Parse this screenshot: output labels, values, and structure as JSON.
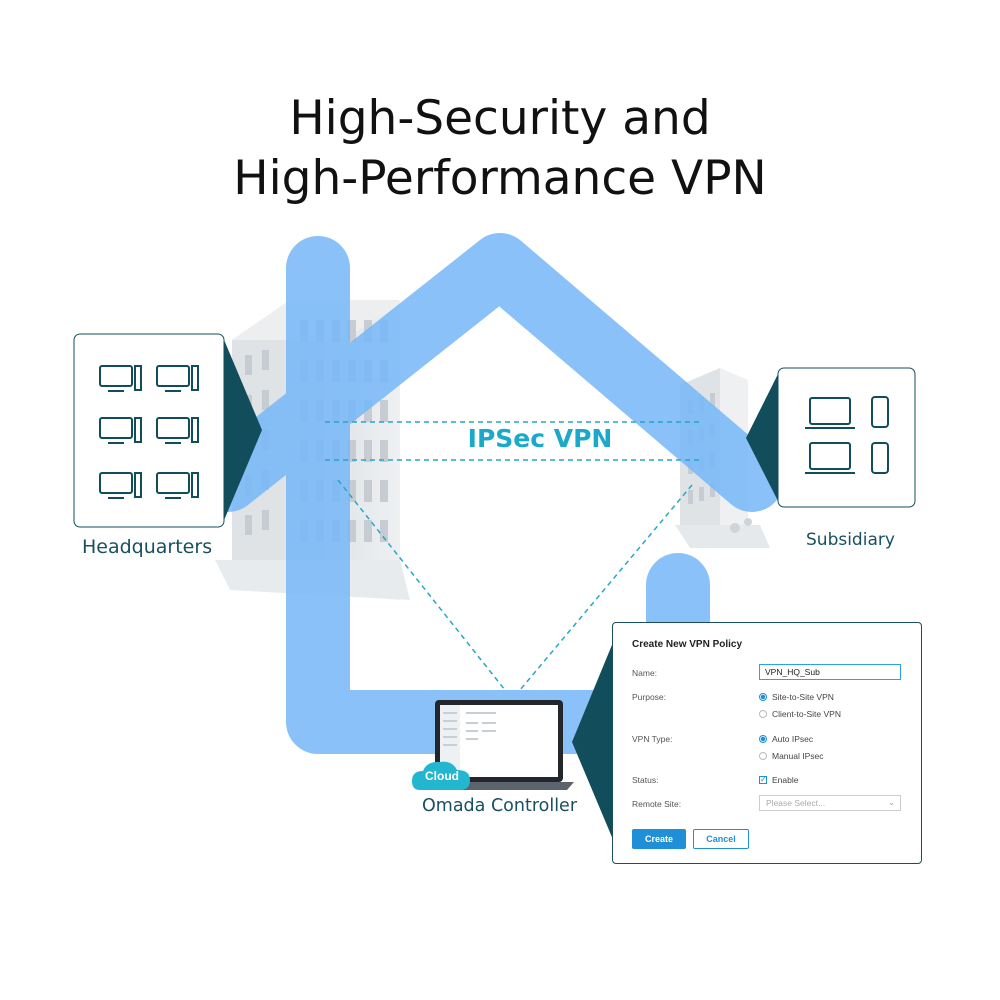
{
  "title": {
    "line1": "High-Security and",
    "line2": "High-Performance VPN"
  },
  "vpn_label": "IPSec VPN",
  "sites": {
    "headquarters": {
      "label": "Headquarters",
      "device_icon": "desktop-computer-icon",
      "device_count": 6
    },
    "subsidiary": {
      "label": "Subsidiary",
      "device_icons": [
        "laptop-icon",
        "smartphone-icon"
      ],
      "device_count": 4
    }
  },
  "controller": {
    "label": "Omada Controller",
    "cloud_label": "Cloud"
  },
  "form": {
    "title": "Create New VPN Policy",
    "name_label": "Name:",
    "name_value": "VPN_HQ_Sub",
    "purpose_label": "Purpose:",
    "purpose_options": [
      "Site-to-Site VPN",
      "Client-to-Site VPN"
    ],
    "purpose_selected": 0,
    "vpn_type_label": "VPN Type:",
    "vpn_type_options": [
      "Auto IPsec",
      "Manual IPsec"
    ],
    "vpn_type_selected": 0,
    "status_label": "Status:",
    "status_option": "Enable",
    "status_checked": true,
    "remote_site_label": "Remote Site:",
    "remote_site_placeholder": "Please Select...",
    "create_label": "Create",
    "cancel_label": "Cancel"
  },
  "colors": {
    "house": "#79b8f7",
    "accent": "#1aa9c8",
    "dark_teal": "#124d5b",
    "primary_button": "#1f8fd8"
  }
}
